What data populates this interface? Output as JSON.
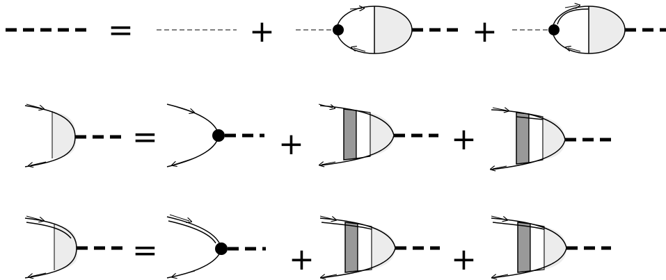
{
  "operators": {
    "equals": "=",
    "plus": "+"
  },
  "equations": [
    {
      "name": "full-propagator-equation",
      "terms": [
        "full-propagator",
        "bare-propagator",
        "bubble-with-vertex",
        "bubble-with-double-line-vertex"
      ]
    },
    {
      "name": "vertex-equation-single",
      "terms": [
        "half-bubble",
        "bare-vertex",
        "ladder-gray-rung",
        "ladder-gray-rung-double-line"
      ]
    },
    {
      "name": "vertex-equation-double",
      "terms": [
        "half-bubble-double-line",
        "bare-vertex-double-line",
        "ladder-gray-rung-double",
        "ladder-gray-rung-double-both"
      ]
    }
  ],
  "colors": {
    "ink": "#000000",
    "blob": "#ececec",
    "rung": "#999999"
  }
}
